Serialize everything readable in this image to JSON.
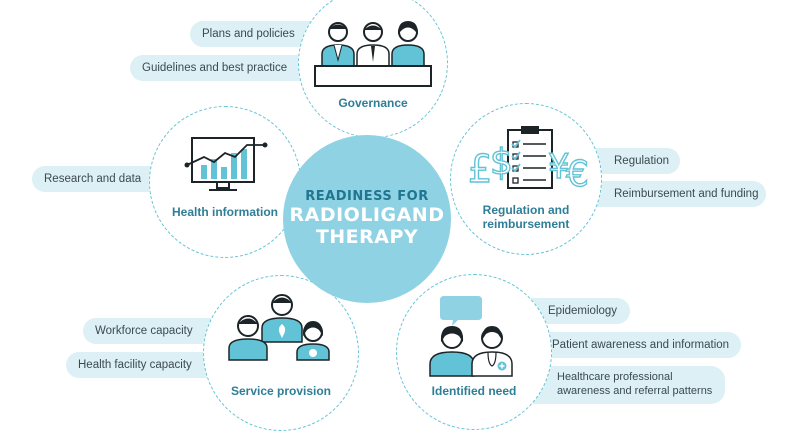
{
  "center": {
    "line1": "READINESS FOR",
    "line2": "RADIOLIGAND",
    "line3": "THERAPY"
  },
  "nodes": {
    "governance": {
      "label": "Governance",
      "items": [
        "Plans and policies",
        "Guidelines and best practice"
      ]
    },
    "health_information": {
      "label": "Health information",
      "items": [
        "Research and data"
      ]
    },
    "regulation": {
      "label_line1": "Regulation and",
      "label_line2": "reimbursement",
      "items": [
        "Regulation",
        "Reimbursement and funding"
      ]
    },
    "service_provision": {
      "label": "Service provision",
      "items": [
        "Workforce capacity",
        "Health facility capacity"
      ]
    },
    "identified_need": {
      "label": "Identified need",
      "items": [
        "Epidemiology",
        "Patient awareness and information",
        "Healthcare professional awareness and referral patterns"
      ]
    }
  },
  "colors": {
    "teal": "#62c3d6",
    "center_fill": "#8fd2e4",
    "pill_fill": "#dcf0f6",
    "label_text": "#2e7e97",
    "dark": "#1d2427"
  }
}
